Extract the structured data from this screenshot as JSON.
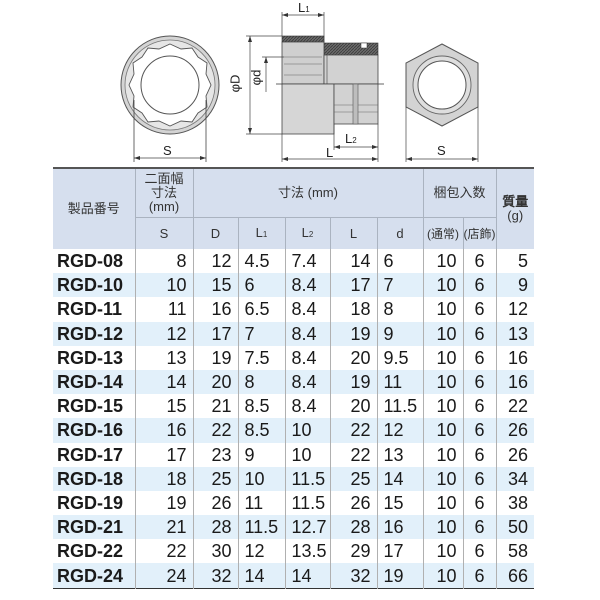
{
  "diagram": {
    "front_view_label": "S",
    "side_view_labels": {
      "L1": "L1",
      "L2": "L2",
      "L": "L",
      "phiD": "φD",
      "phid": "φd"
    },
    "hex_view_label": "S"
  },
  "table": {
    "headers": {
      "model": "製品番号",
      "across_flats_line1": "二面幅",
      "across_flats_line2": "寸法",
      "across_flats_line3": "(mm)",
      "dimensions": "寸法 (mm)",
      "packing": "梱包入数",
      "mass_line1": "質量",
      "mass_line2": "(g)"
    },
    "subheaders": {
      "S": "S",
      "D": "D",
      "L1": "L",
      "L1_sub": "1",
      "L2": "L",
      "L2_sub": "2",
      "L": "L",
      "d": "d",
      "normal": "(通常)",
      "store": "(店飾)"
    },
    "rows": [
      {
        "model": "RGD-08",
        "S": "8",
        "D": "12",
        "L1": "4.5",
        "L2": "7.4",
        "L": "14",
        "d": "6",
        "normal": "10",
        "store": "6",
        "mass": "5"
      },
      {
        "model": "RGD-10",
        "S": "10",
        "D": "15",
        "L1": "6",
        "L2": "8.4",
        "L": "17",
        "d": "7",
        "normal": "10",
        "store": "6",
        "mass": "9"
      },
      {
        "model": "RGD-11",
        "S": "11",
        "D": "16",
        "L1": "6.5",
        "L2": "8.4",
        "L": "18",
        "d": "8",
        "normal": "10",
        "store": "6",
        "mass": "12"
      },
      {
        "model": "RGD-12",
        "S": "12",
        "D": "17",
        "L1": "7",
        "L2": "8.4",
        "L": "19",
        "d": "9",
        "normal": "10",
        "store": "6",
        "mass": "13"
      },
      {
        "model": "RGD-13",
        "S": "13",
        "D": "19",
        "L1": "7.5",
        "L2": "8.4",
        "L": "20",
        "d": "9.5",
        "normal": "10",
        "store": "6",
        "mass": "16"
      },
      {
        "model": "RGD-14",
        "S": "14",
        "D": "20",
        "L1": "8",
        "L2": "8.4",
        "L": "19",
        "d": "11",
        "normal": "10",
        "store": "6",
        "mass": "16"
      },
      {
        "model": "RGD-15",
        "S": "15",
        "D": "21",
        "L1": "8.5",
        "L2": "8.4",
        "L": "20",
        "d": "11.5",
        "normal": "10",
        "store": "6",
        "mass": "22"
      },
      {
        "model": "RGD-16",
        "S": "16",
        "D": "22",
        "L1": "8.5",
        "L2": "10",
        "L": "22",
        "d": "12",
        "normal": "10",
        "store": "6",
        "mass": "26"
      },
      {
        "model": "RGD-17",
        "S": "17",
        "D": "23",
        "L1": "9",
        "L2": "10",
        "L": "22",
        "d": "13",
        "normal": "10",
        "store": "6",
        "mass": "26"
      },
      {
        "model": "RGD-18",
        "S": "18",
        "D": "25",
        "L1": "10",
        "L2": "11.5",
        "L": "25",
        "d": "14",
        "normal": "10",
        "store": "6",
        "mass": "34"
      },
      {
        "model": "RGD-19",
        "S": "19",
        "D": "26",
        "L1": "11",
        "L2": "11.5",
        "L": "26",
        "d": "15",
        "normal": "10",
        "store": "6",
        "mass": "38"
      },
      {
        "model": "RGD-21",
        "S": "21",
        "D": "28",
        "L1": "11.5",
        "L2": "12.7",
        "L": "28",
        "d": "16",
        "normal": "10",
        "store": "6",
        "mass": "50"
      },
      {
        "model": "RGD-22",
        "S": "22",
        "D": "30",
        "L1": "12",
        "L2": "13.5",
        "L": "29",
        "d": "17",
        "normal": "10",
        "store": "6",
        "mass": "58"
      },
      {
        "model": "RGD-24",
        "S": "24",
        "D": "32",
        "L1": "14",
        "L2": "14",
        "L": "32",
        "d": "19",
        "normal": "10",
        "store": "6",
        "mass": "66"
      }
    ]
  },
  "colors": {
    "header_bg": "#d6dfee",
    "stripe_bg": "#e2f0fa",
    "part_gray": "#d0d0d0",
    "part_dark": "#555555"
  }
}
